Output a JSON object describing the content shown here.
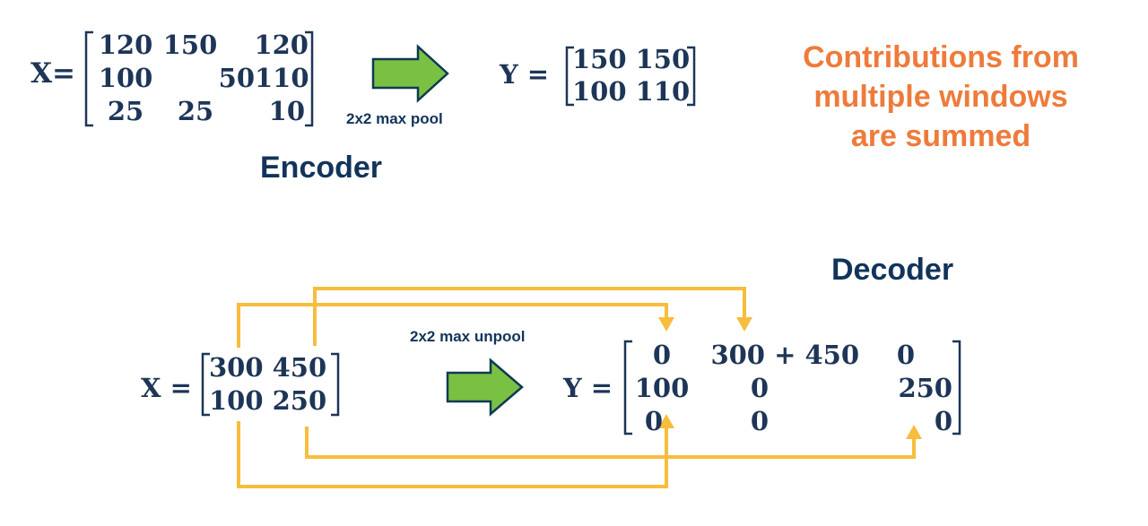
{
  "colors": {
    "navy": "#12345a",
    "orange": "#ee7b3b",
    "yellow": "#f7bd3c",
    "green": "#7ac143",
    "arrow_border": "#0e3a52"
  },
  "encoder": {
    "x_label": "X=",
    "x_matrix": [
      [
        "120",
        "150",
        "120"
      ],
      [
        "100",
        "50",
        "110"
      ],
      [
        "25",
        "25",
        "10"
      ]
    ],
    "pool_label": "2x2 max pool",
    "y_label": "Y =",
    "y_matrix": [
      [
        "150 150"
      ],
      [
        "100 110"
      ]
    ],
    "title": "Encoder"
  },
  "note": {
    "lines": [
      "Contributions from",
      "multiple windows",
      "are summed"
    ]
  },
  "decoder": {
    "title": "Decoder",
    "x_label": "X =",
    "x_matrix": [
      [
        "300 450"
      ],
      [
        "100 250"
      ]
    ],
    "unpool_label": "2x2 max unpool",
    "y_label": "Y =",
    "y_matrix": [
      [
        "0",
        "300 + 450",
        "0"
      ],
      [
        "100",
        "0",
        "250"
      ],
      [
        "0",
        "0",
        "0"
      ]
    ]
  }
}
